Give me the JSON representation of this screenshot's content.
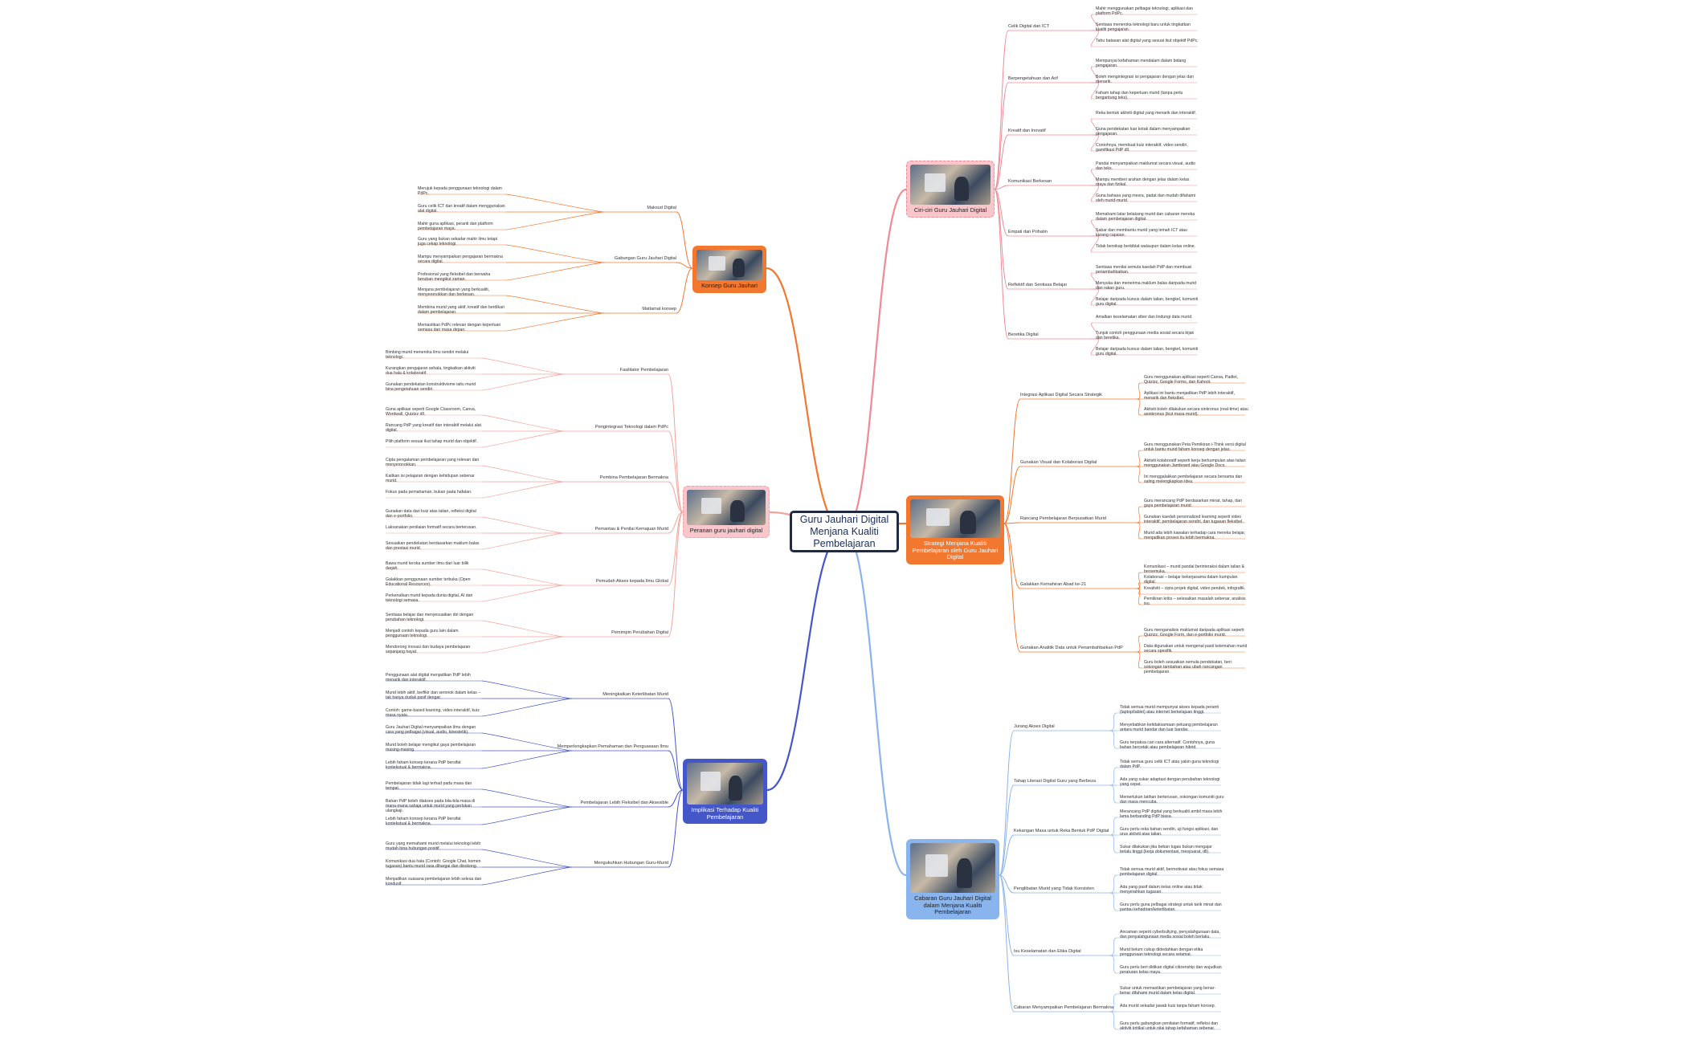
{
  "central": "Guru Jauhari Digital Menjana Kualiti Pembelajaran",
  "colors": {
    "pink": "#f08a94",
    "orange": "#f2772f",
    "lightblue": "#8ab4ee",
    "indigo": "#4457c8",
    "salmon": "#f4a29a"
  },
  "branches": [
    {
      "title": "Ciri-ciri Guru Jauhari Digital",
      "color": "#f08a94",
      "subs": [
        {
          "label": "Celik Digital dan ICT",
          "leaves": [
            "Mahir menggunakan pelbagai teknologi, aplikasi dan platform PdPc.",
            "Sentiasa meneroka teknologi baru untuk tingkatkan kualiti pengajaran.",
            "Tahu batasan alat digital yang sesuai ikut objektif PdPc."
          ]
        },
        {
          "label": "Berpengetahuan dan Arif",
          "leaves": [
            "Mempunyai kefahaman mendalam dalam bidang pengajaran.",
            "Boleh mengintegrasi isi pengajaran dengan jelas dan menarik.",
            "Faham tahap dan keperluan murid (tanpa perlu bergantung teks)."
          ]
        },
        {
          "label": "Kreatif dan Inovatif",
          "leaves": [
            "Reka bentuk aktiviti digital yang menarik dan interaktif.",
            "Guna pendekatan luar kotak dalam menyampaikan pengajaran.",
            "Contohnya, membuat kuiz interaktif, video sendiri, gamifikasi PdP dll."
          ]
        },
        {
          "label": "Komunikasi Berkesan",
          "leaves": [
            "Pandai menyampaikan maklumat secara visual, audio dan teks.",
            "Mampu memberi arahan dengan jelas dalam kelas maya dan fizikal.",
            "Guna bahasa yang mesra, padat dan mudah difahami oleh murid-murid."
          ]
        },
        {
          "label": "Empati dan Prihatin",
          "leaves": [
            "Memahami latar belakang murid dan cabaran mereka dalam pembelajaran digital.",
            "Sabar dan membantu murid yang lemah ICT atau kurang capaian.",
            "Tidak bersikap berkiblat walaupun dalam kelas online."
          ]
        },
        {
          "label": "Reflektif dan Sentiasa Belajar",
          "leaves": [
            "Sentiasa menilai semula kaedah PdP dan membuat penambahbaikan.",
            "Menyuka dan menerima maklum balas daripada murid dan rakan guru.",
            "Belajar daripada kursus dalam talian, bengkel, komuniti guru digital."
          ]
        },
        {
          "label": "Beretika Digital",
          "leaves": [
            "Amalkan keselamatan siber dan lindungi data murid.",
            "Tunjuk contoh penggunaan media sosial secara bijak dan beretika.",
            "Belajar daripada kursus dalam talian, bengkel, komuniti guru digital."
          ]
        }
      ]
    },
    {
      "title": "Strategi Menjana Kualiti Pembelajaran oleh Guru Jauhari Digital",
      "color": "#f2772f",
      "subs": [
        {
          "label": "Integrasi Aplikasi Digital Secara Strategik",
          "leaves": [
            "Guru menggunakan aplikasi seperti Canva, Padlet, Quizizz, Google Forms, dan Kahoot.",
            "Aplikasi ini bantu menjadikan PdP lebih interaktif, menarik dan fleksibel.",
            "Aktiviti boleh dilakukan secara sinkronus (real-time) atau asinkronus (ikut masa murid)."
          ]
        },
        {
          "label": "Gunakan Visual dan Kolaborasi Digital",
          "leaves": [
            "Guru menggunakan Peta Pemikiran i-Think versi digital untuk bantu murid faham konsep dengan jelas.",
            "Aktiviti kolaboratif seperti kerja berkumpulan atas talian menggunakan Jamboard atau Google Docs.",
            "Ini menggalakkan pembelajaran secara bersama dan saling melengkapkan idea."
          ]
        },
        {
          "label": "Rancang Pembelajaran Berpusatkan Murid",
          "leaves": [
            "Guru merancang PdP berdasarkan minat, tahap, dan gaya pembelajaran murid.",
            "Gunakan kaedah personalized learning seperti video interaktif, pembelajaran sendiri, dan tugasan fleksibel.",
            "Murid ada lebih kawalan terhadap cara mereka belajar, menjadikan proses itu lebih bermakna."
          ]
        },
        {
          "label": "Galakkan Kemahiran Abad ke-21",
          "leaves": [
            "Komunikasi – murid pandai berinteraksi dalam talian & bersemuka.",
            "Kolaborasi – belajar bekerjasama dalam kumpulan digital.",
            "Kreativiti – cipta projek digital, video pendek, infografik.",
            "Pemikiran kritis – selesaikan masalah sebenar, analisis isu."
          ]
        },
        {
          "label": "Gunakan Analitik Data untuk Penambahbaikan PdP",
          "leaves": [
            "Guru menganalisis maklumat daripada aplikasi seperti Quizizz, Google Form, dan e-portfolio murid.",
            "Data digunakan untuk mengenal pasti kelemahan murid secara spesifik.",
            "Guru boleh sesuaikan semula pendekatan, beri sokongan tambahan atau ubah rancangan pembelajaran."
          ]
        }
      ]
    },
    {
      "title": "Cabaran Guru Jauhari Digital dalam Menjana Kualiti Pembelajaran",
      "color": "#8ab4ee",
      "subs": [
        {
          "label": "Jurang Akses Digital",
          "leaves": [
            "Tidak semua murid mempunyai akses kepada peranti (laptop/tablet) atau internet berkelajuan tinggi.",
            "Menyebabkan ketidaksamaan peluang pembelajaran antara murid bandar dan luar bandar.",
            "Guru terpaksa cari cara alternatif. Contohnya, guna bahan bercetak atau pembelajaran hibrid."
          ]
        },
        {
          "label": "Tahap Literasi Digital Guru yang Berbeza",
          "leaves": [
            "Tidak semua guru celik ICT atau yakin guna teknologi dalam PdP.",
            "Ada yang sukar adaptasi dengan perubahan teknologi yang cepat.",
            "Memerlukan latihan berterusan, sokongan komuniti guru dan masa mencuba."
          ]
        },
        {
          "label": "Kekangan Masa untuk Reka Bentuk PdP Digital",
          "leaves": [
            "Merancang PdP digital yang berkualiti ambil masa lebih lama berbanding PdP biasa.",
            "Guru perlu reka bahan sendiri, uji fungsi aplikasi, dan urus aktiviti atas talian.",
            "Sukar dilakukan jika beban tugas bukan mengajar terlalu tinggi (kerja dokumentasi, mesyuarat, dll)."
          ]
        },
        {
          "label": "Penglibatan Murid yang Tidak Konsisten",
          "leaves": [
            "Tidak semua murid aktif, bermotivasi atau fokus semasa pembelajaran digital.",
            "Ada yang pasif dalam kelas online atau tidak menyerahkan tugasan.",
            "Guru perlu guna pelbagai strategi untuk tarik minat dan pantau kehadiran/keterlibatan."
          ]
        },
        {
          "label": "Isu Keselamatan dan Etika Digital",
          "leaves": [
            "Ancaman seperti cyberbullying, penyalahgunaan data, dan penyalahgunaan media sosial boleh berlaku.",
            "Murid belum cukup didedahkan dengan etika penggunaan teknologi secara selamat.",
            "Guru perlu beri didikan digital citizenship dan wujudkan peraturan kelas maya."
          ]
        },
        {
          "label": "Cabaran Menyampaikan Pembelajaran Bermakna",
          "leaves": [
            "Sukar untuk memastikan pembelajaran yang benar-benar difahami murid dalam kelas digital.",
            "Ada murid sekadar jawab kuiz tanpa faham konsep.",
            "Guru perlu gabungkan penilaian formatif, refleksi dan aktiviti kritikal untuk nilai tahap kefahaman sebenar."
          ]
        }
      ]
    },
    {
      "title": "Implikasi Terhadap Kualiti Pembelajaran",
      "color": "#4457c8",
      "subs": [
        {
          "label": "Meningkatkan Keterlibatan Murid",
          "leaves": [
            "Penggunaan alat digital menjadikan PdP lebih menarik dan interaktif.",
            "Murid lebih aktif, berfikir dan seronok dalam kelas – tak hanya duduk pasif dengar.",
            "Contoh: game-based learning, video interaktif, kuiz masa nyata."
          ]
        },
        {
          "label": "Memperlengkapkan Pemahaman dan Penguasaan Ilmu",
          "leaves": [
            "Guru Jauhari Digital menyampaikan ilmu dengan cara yang pelbagai (visual, audio, kinestetik).",
            "Murid boleh belajar mengikut gaya pembelajaran masing-masing.",
            "Lebih faham konsep kerana PdP bersifat kontekstual & bermakna."
          ]
        },
        {
          "label": "Pembelajaran Lebih Fleksibel dan Aksesible",
          "leaves": [
            "Pembelajaran tidak lagi terhad pada masa dan tempat.",
            "Bahan PdP boleh diakses pada bila-bila masa di mana-mana sahaja untuk murid yang perlukan ulangkaji.",
            "Lebih faham konsep kerana PdP bersifat kontekstual & bermakna."
          ]
        },
        {
          "label": "Mengukuhkan Hubungan Guru-Murid",
          "leaves": [
            "Guru yang memahami murid melalui teknologi lebih mudah bina hubungan positif.",
            "Komunikasi dua hala (Contoh: Google Chat, komen tugasan) bantu murid rasa dihargai dan disokong.",
            "Menjadikan suasana pembelajaran lebih selesa dan kondusif."
          ]
        }
      ]
    },
    {
      "title": "Peranan guru jauhari digital",
      "color": "#f4a29a",
      "subs": [
        {
          "label": "Fasilitator Pembelajaran",
          "leaves": [
            "Bimbing murid meneroka ilmu sendiri melalui teknologi.",
            "Kurangkan pengajaran sehala, tingkatkan aktiviti dua hala & kolaboratif.",
            "Gunakan pendekatan konstruktivisme iaitu murid bina pengetahuan sendiri."
          ]
        },
        {
          "label": "Pengintegrasi Teknologi dalam PdPc",
          "leaves": [
            "Guna aplikasi seperti Google Classroom, Canva, Wordwall, Quizizz dll.",
            "Rancang PdP yang kreatif dan interaktif melalui alat digital.",
            "Pilih platform sesuai ikut tahap murid dan objektif."
          ]
        },
        {
          "label": "Pembina Pembelajaran Bermakna",
          "leaves": [
            "Cipta pengalaman pembelajaran yang relevan dan menyeronokkan.",
            "Kaitkan isi pelajaran dengan kehidupan sebenar murid.",
            "Fokus pada pemahaman, bukan pada hafalan."
          ]
        },
        {
          "label": "Pemantau & Penilai Kemajuan Murid",
          "leaves": [
            "Gunakan data dari kuiz atas talian, refleksi digital dan e-portfolio.",
            "Laksanakan penilaian formatif secara berterusan.",
            "Sesuaikan pendekatan berdasarkan maklum balas dan prestasi murid."
          ]
        },
        {
          "label": "Pemudah Akses kepada Ilmu Global",
          "leaves": [
            "Bawa murid teroka sumber ilmu dari luar bilik darjah.",
            "Galakkan penggunaan sumber terbuka (Open Educational Resources).",
            "Perkenalkan murid kepada dunia digital, AI dan teknologi semasa."
          ]
        },
        {
          "label": "Pemimpin Perubahan Digital",
          "leaves": [
            "Sentiasa belajar dan menyesuaikan diri dengan perubahan teknologi.",
            "Menjadi contoh kepada guru lain dalam penggunaan teknologi.",
            "Mendorong inovasi dan budaya pembelajaran sepanjang hayat."
          ]
        }
      ]
    },
    {
      "title": "Konsep Guru Jauhari",
      "color": "#f2772f",
      "subs": [
        {
          "label": "Maksud Digital",
          "leaves": [
            "Merujuk kepada penggunaan teknologi dalam PdPc.",
            "Guru celik ICT dan kreatif dalam menggunakan alat digital.",
            "Mahir guna aplikasi, peranti dan platform pembelajaran maya."
          ]
        },
        {
          "label": "Gabungan Guru Jauhari Digital",
          "leaves": [
            "Guru yang bukan sekadar mahir ilmu tetapi juga cekap teknologi.",
            "Mampu menyampaikan pengajaran bermakna secara digital.",
            "Profesional yang fleksibel dan berwaha beruban mengikut zaman."
          ]
        },
        {
          "label": "Matlamat konsep",
          "leaves": [
            "Menjana pembelajaran yang berkualiti, menyeronokkan dan berkesan.",
            "Membina murid yang aktif, kreatif dan berdikari dalam pembelajaran.",
            "Memastikan PdPc relevan dengan keperluan semasa dan masa depan."
          ]
        }
      ]
    }
  ]
}
